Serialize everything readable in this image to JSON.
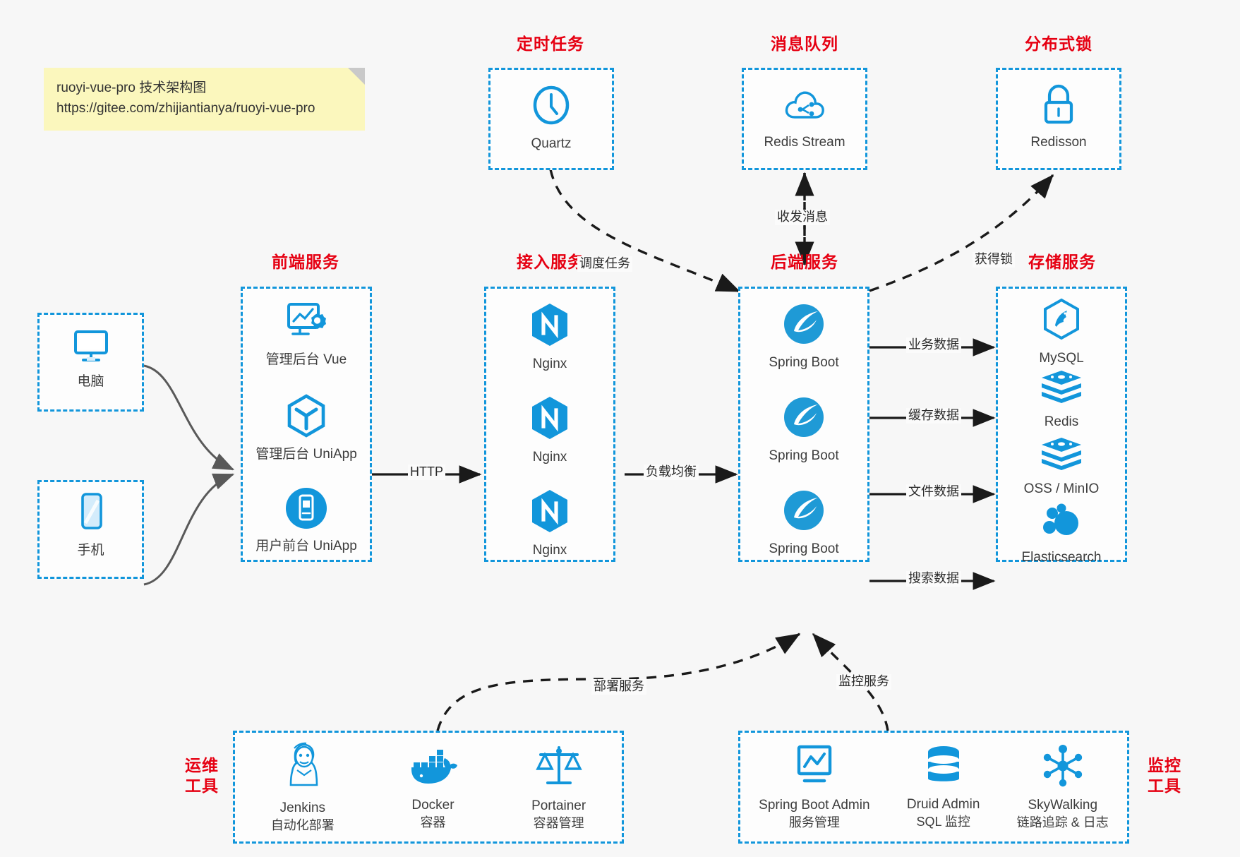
{
  "note": {
    "line1": "ruoyi-vue-pro 技术架构图",
    "line2": "https://gitee.com/zhijiantianya/ruoyi-vue-pro"
  },
  "colors": {
    "box_border": "#1296db",
    "title_red": "#e60012",
    "icon_blue": "#1296db",
    "background": "#f7f7f7",
    "note_yellow": "#fbf7bd",
    "arrow_solid": "#1a1a1a",
    "arrow_grey": "#595959"
  },
  "groups": {
    "scheduler": {
      "title": "定时任务",
      "nodes": [
        {
          "label": "Quartz",
          "icon": "clock-icon"
        }
      ]
    },
    "mq": {
      "title": "消息队列",
      "nodes": [
        {
          "label": "Redis Stream",
          "icon": "cloud-stream-icon"
        }
      ]
    },
    "lock": {
      "title": "分布式锁",
      "nodes": [
        {
          "label": "Redisson",
          "icon": "lock-icon"
        }
      ]
    },
    "clients": {
      "nodes": [
        {
          "label": "电脑",
          "icon": "desktop-icon"
        },
        {
          "label": "手机",
          "icon": "phone-icon"
        }
      ]
    },
    "frontend": {
      "title": "前端服务",
      "nodes": [
        {
          "label": "管理后台 Vue",
          "icon": "dashboard-gear-icon"
        },
        {
          "label": "管理后台 UniApp",
          "icon": "cube-icon"
        },
        {
          "label": "用户前台 UniApp",
          "icon": "mobile-app-icon"
        }
      ]
    },
    "gateway": {
      "title": "接入服务",
      "nodes": [
        {
          "label": "Nginx",
          "icon": "nginx-icon"
        },
        {
          "label": "Nginx",
          "icon": "nginx-icon"
        },
        {
          "label": "Nginx",
          "icon": "nginx-icon"
        }
      ]
    },
    "backend": {
      "title": "后端服务",
      "nodes": [
        {
          "label": "Spring Boot",
          "icon": "spring-boot-icon"
        },
        {
          "label": "Spring Boot",
          "icon": "spring-boot-icon"
        },
        {
          "label": "Spring Boot",
          "icon": "spring-boot-icon"
        }
      ]
    },
    "storage": {
      "title": "存储服务",
      "nodes": [
        {
          "label": "MySQL",
          "icon": "mysql-icon"
        },
        {
          "label": "Redis",
          "icon": "redis-icon"
        },
        {
          "label": "OSS / MinIO",
          "icon": "oss-icon"
        },
        {
          "label": "Elasticsearch",
          "icon": "elasticsearch-icon"
        }
      ]
    },
    "devops": {
      "title_line1": "运维",
      "title_line2": "工具",
      "nodes": [
        {
          "label": "Jenkins",
          "sublabel": "自动化部署",
          "icon": "jenkins-icon"
        },
        {
          "label": "Docker",
          "sublabel": "容器",
          "icon": "docker-icon"
        },
        {
          "label": "Portainer",
          "sublabel": "容器管理",
          "icon": "scales-icon"
        }
      ]
    },
    "monitor": {
      "title_line1": "监控",
      "title_line2": "工具",
      "nodes": [
        {
          "label": "Spring Boot Admin",
          "sublabel": "服务管理",
          "icon": "monitor-chart-icon"
        },
        {
          "label": "Druid Admin",
          "sublabel": "SQL 监控",
          "icon": "database-icon"
        },
        {
          "label": "SkyWalking",
          "sublabel": "链路追踪 & 日志",
          "icon": "skywalking-icon"
        }
      ]
    }
  },
  "edges": [
    {
      "id": "http",
      "label": "HTTP"
    },
    {
      "id": "lb",
      "label": "负载均衡"
    },
    {
      "id": "schedule",
      "label": "调度任务"
    },
    {
      "id": "mq-rw",
      "label": "收发消息"
    },
    {
      "id": "getlock",
      "label": "获得锁"
    },
    {
      "id": "biz-data",
      "label": "业务数据"
    },
    {
      "id": "cache-data",
      "label": "缓存数据"
    },
    {
      "id": "file-data",
      "label": "文件数据"
    },
    {
      "id": "search-data",
      "label": "搜索数据"
    },
    {
      "id": "deploy",
      "label": "部署服务"
    },
    {
      "id": "observe",
      "label": "监控服务"
    }
  ]
}
